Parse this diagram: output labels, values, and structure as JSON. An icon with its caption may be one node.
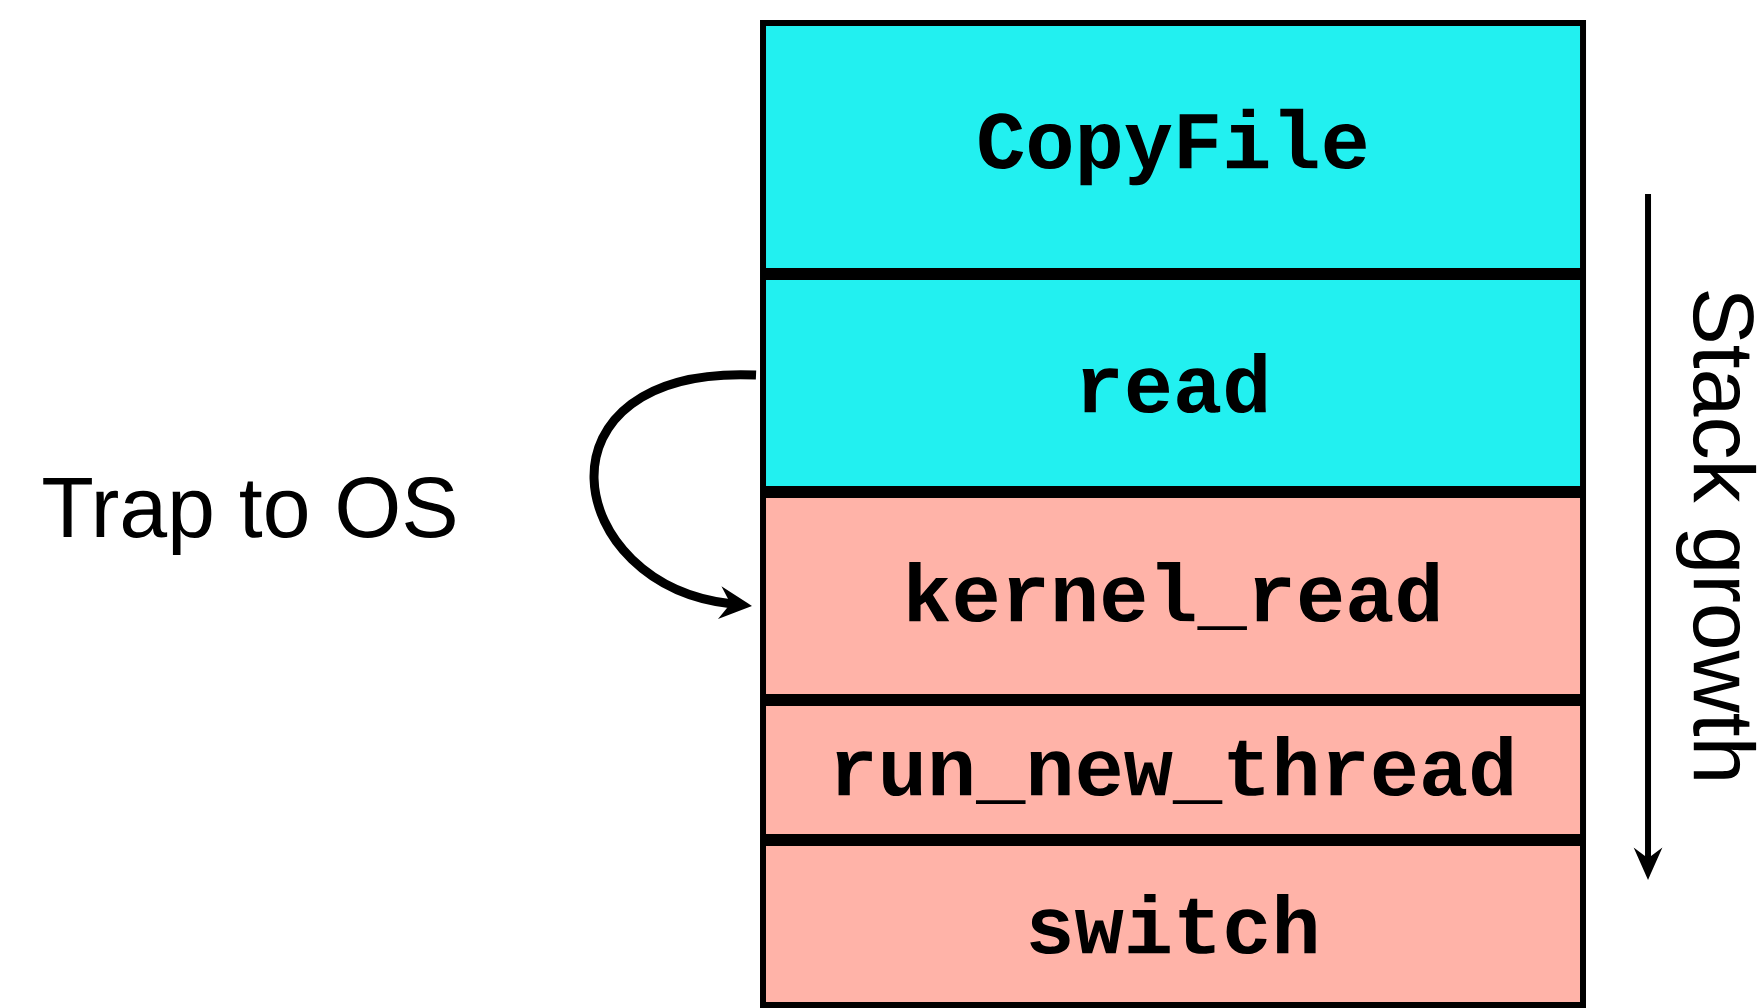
{
  "diagram": {
    "nodes": [
      {
        "text": [
          "CopyFile"
        ]
      },
      {
        "text": [
          "read"
        ]
      },
      {
        "text": [
          "kernel_read"
        ]
      },
      {
        "text": [
          "run_new_thread"
        ]
      },
      {
        "text": [
          "switch"
        ]
      }
    ],
    "edges": [
      {
        "from": 1,
        "to": 2,
        "arrow": "to",
        "label": "Trap to OS"
      }
    ],
    "labels": [
      "Stack growth"
    ]
  }
}
